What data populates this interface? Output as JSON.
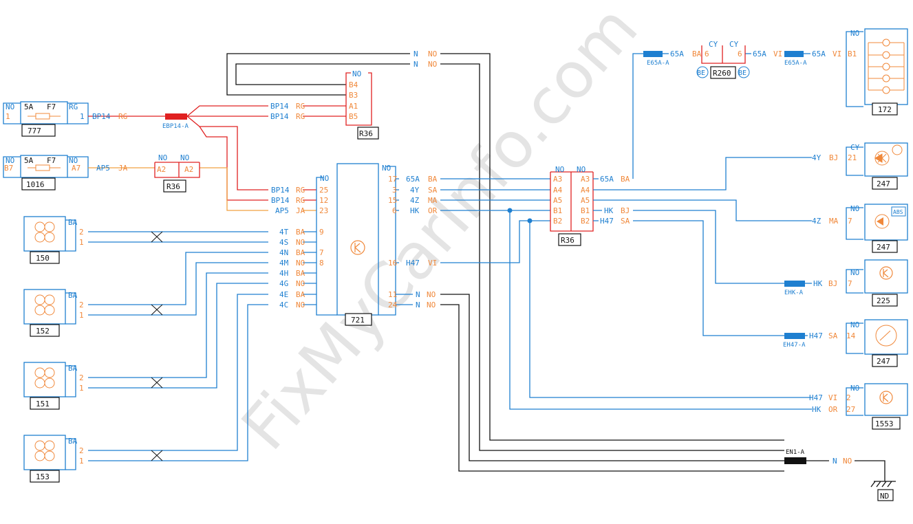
{
  "watermark": "FixMyCarInfo.com",
  "fuses": {
    "f1": {
      "left": "NO",
      "right": "RG",
      "amp": "5A",
      "name": "F7",
      "pin_in": "1",
      "pin_out": "1",
      "id": "777"
    },
    "f2": {
      "left": "NO",
      "right": "NO",
      "amp": "5A",
      "name": "F7",
      "pin_in": "B7",
      "pin_out": "A7",
      "id": "1016"
    }
  },
  "wires": {
    "bp14_rg": {
      "code": "BP14",
      "color": "RG"
    },
    "ap5_ja": {
      "code": "AP5",
      "color": "JA"
    },
    "n_no": {
      "code": "N",
      "color": "NO"
    },
    "e65a_ba": {
      "code": "65A",
      "color": "BA"
    },
    "e65a_vi": {
      "code": "65A",
      "color": "VI"
    }
  },
  "splices": {
    "ebp14": "EBP14-A",
    "e65a_1": "E65A-A",
    "e65a_2": "E65A-A",
    "ehk": "EHK-A",
    "eh47": "EH47-A",
    "en1": "EN1-A"
  },
  "r36_small": {
    "left": "NO",
    "right": "NO",
    "pin_l": "A2",
    "pin_r": "A2",
    "id": "R36"
  },
  "r36_top": {
    "color": "NO",
    "pins": [
      "B4",
      "B3",
      "A1",
      "B5"
    ],
    "wire_labels": [
      [
        "BP14",
        "RG"
      ],
      [
        "BP14",
        "RG"
      ]
    ],
    "id": "R36"
  },
  "r260": {
    "left": "CY",
    "right": "CY",
    "pin_l": "6",
    "pin_r": "6",
    "id": "R260",
    "be": "BE"
  },
  "sensors": [
    {
      "id": "150",
      "color": "BA",
      "pins": [
        "2",
        "1"
      ]
    },
    {
      "id": "152",
      "color": "BA",
      "pins": [
        "2",
        "1"
      ]
    },
    {
      "id": "151",
      "color": "BA",
      "pins": [
        "2",
        "1"
      ]
    },
    {
      "id": "153",
      "color": "BA",
      "pins": [
        "2",
        "1"
      ]
    }
  ],
  "ecu721": {
    "id": "721",
    "left_color": "NO",
    "right_color": "NO",
    "left_pins": [
      {
        "code": "BP14",
        "color": "RG",
        "pin": "25"
      },
      {
        "code": "BP14",
        "color": "RG",
        "pin": "12"
      },
      {
        "code": "AP5",
        "color": "JA",
        "pin": "23"
      },
      {
        "code": "4T",
        "color": "BA",
        "pin": "9"
      },
      {
        "code": "4S",
        "color": "NO",
        "pin": ""
      },
      {
        "code": "4N",
        "color": "BA",
        "pin": "7"
      },
      {
        "code": "4M",
        "color": "NO",
        "pin": "8"
      },
      {
        "code": "4H",
        "color": "BA",
        "pin": ""
      },
      {
        "code": "4G",
        "color": "NO",
        "pin": ""
      },
      {
        "code": "4E",
        "color": "BA",
        "pin": ""
      },
      {
        "code": "4C",
        "color": "NO",
        "pin": ""
      }
    ],
    "right_pins": [
      {
        "pin": "17",
        "code": "65A",
        "color": "BA"
      },
      {
        "pin": "3",
        "code": "4Y",
        "color": "SA"
      },
      {
        "pin": "15",
        "code": "4Z",
        "color": "MA"
      },
      {
        "pin": "6",
        "code": "HK",
        "color": "OR"
      },
      {
        "pin": "16",
        "code": "H47",
        "color": "VI"
      },
      {
        "pin": "11",
        "code": "N",
        "color": "NO"
      },
      {
        "pin": "24",
        "code": "N",
        "color": "NO"
      }
    ]
  },
  "r36_mid": {
    "id": "R36",
    "left_color": "NO",
    "right_color": "NO",
    "left_pins": [
      "A3",
      "A4",
      "A5",
      "B1",
      "B2"
    ],
    "right_pins": [
      "A3",
      "A4",
      "A5",
      "B1",
      "B2"
    ],
    "right_wires": [
      {
        "code": "65A",
        "color": "BA"
      },
      {
        "code": "HK",
        "color": "BJ"
      },
      {
        "code": "H47",
        "color": "SA"
      }
    ]
  },
  "right_components": [
    {
      "id": "172",
      "color": "NO",
      "pin": "B1",
      "lamps": 5
    },
    {
      "id": "247",
      "color": "CY",
      "wire_code": "4Y",
      "wire_color": "BJ",
      "pin": "21"
    },
    {
      "id": "247",
      "color": "NO",
      "wire_code": "4Z",
      "wire_color": "MA",
      "pin": "7",
      "badge": "ABS"
    },
    {
      "id": "225",
      "color": "NO",
      "wire_code": "HK",
      "wire_color": "BJ",
      "pin": "7"
    },
    {
      "id": "247",
      "color": "NO",
      "wire_code": "H47",
      "wire_color": "SA",
      "pin": "14"
    },
    {
      "id": "1553",
      "color": "NO",
      "wires": [
        {
          "code": "H47",
          "color": "VI",
          "pin": "2"
        },
        {
          "code": "HK",
          "color": "OR",
          "pin": "27"
        }
      ]
    }
  ],
  "ground": {
    "code": "N",
    "color": "NO",
    "id": "ND"
  }
}
